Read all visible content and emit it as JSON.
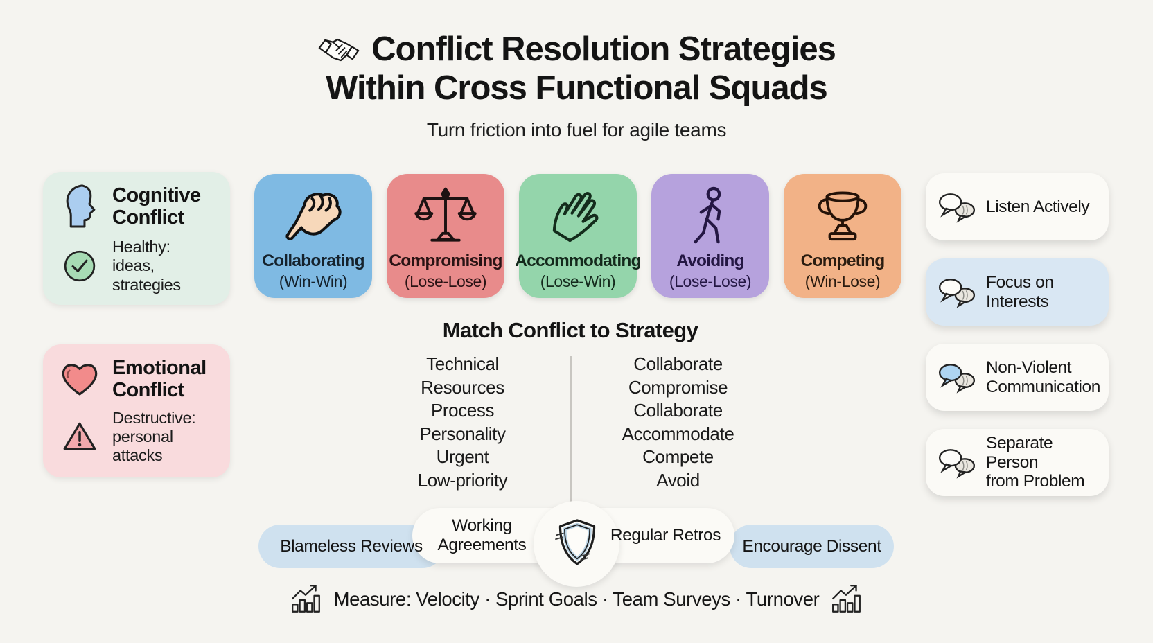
{
  "colors": {
    "background": "#f5f4f0",
    "pill_blue": "#cfe1ef",
    "pill_white": "#fbfaf6"
  },
  "header": {
    "icon": "handshake-icon",
    "title_line1": "Conflict Resolution Strategies",
    "title_line2": "Within Cross Functional Squads",
    "subtitle": "Turn friction into fuel for agile teams"
  },
  "conflict_types": [
    {
      "title_line1": "Cognitive",
      "title_line2": "Conflict",
      "desc_line1": "Healthy:",
      "desc_line2": "ideas, strategies",
      "bg": "#e2efe7",
      "icon": "head-profile-icon",
      "badge": "check-circle-icon"
    },
    {
      "title_line1": "Emotional",
      "title_line2": "Conflict",
      "desc_line1": "Destructive:",
      "desc_line2": "personal attacks",
      "bg": "#f9dbdd",
      "icon": "heart-icon",
      "badge": "warning-triangle-icon"
    }
  ],
  "strategies": [
    {
      "name": "Collaborating",
      "outcome": "(Win-Win)",
      "color": "#7fbae3",
      "text_color": "#15222c",
      "icon": "clasped-hands-icon"
    },
    {
      "name": "Compromising",
      "outcome": "(Lose-Lose)",
      "color": "#e88b8b",
      "text_color": "#291314",
      "icon": "balance-scale-icon"
    },
    {
      "name": "Accommodating",
      "outcome": "(Lose-Win)",
      "color": "#94d5ab",
      "text_color": "#14291c",
      "icon": "open-hand-icon"
    },
    {
      "name": "Avoiding",
      "outcome": "(Lose-Lose)",
      "color": "#b6a2dd",
      "text_color": "#241743",
      "icon": "walking-person-icon"
    },
    {
      "name": "Competing",
      "outcome": "(Win-Lose)",
      "color": "#f2b287",
      "text_color": "#2a1c10",
      "icon": "trophy-icon"
    }
  ],
  "match_section": {
    "title": "Match Conflict to Strategy",
    "conflicts": [
      "Technical",
      "Resources",
      "Process",
      "Personality",
      "Urgent",
      "Low-priority"
    ],
    "strategies": [
      "Collaborate",
      "Compromise",
      "Collaborate",
      "Accommodate",
      "Compete",
      "Avoid"
    ]
  },
  "communication_tips": [
    {
      "line1": "Listen Actively",
      "line2": "",
      "bg": "#fbfaf6",
      "bubble": "#fdfcf9",
      "icon": "chat-bubbles-icon"
    },
    {
      "line1": "Focus on",
      "line2": "Interests",
      "bg": "#d9e7f3",
      "bubble": "#fdfcf9",
      "icon": "chat-bubbles-icon"
    },
    {
      "line1": "Non-Violent",
      "line2": "Communication",
      "bg": "#fbfaf6",
      "bubble": "#aed4f1",
      "icon": "chat-bubbles-icon"
    },
    {
      "line1": "Separate Person",
      "line2": "from Problem",
      "bg": "#fbfaf6",
      "bubble": "#fdfcf9",
      "icon": "chat-bubbles-icon"
    }
  ],
  "practices": {
    "blameless": "Blameless Reviews",
    "working_line1": "Working",
    "working_line2": "Agreements",
    "retros": "Regular Retros",
    "dissent": "Encourage Dissent",
    "center_icon": "shield-icon"
  },
  "metrics": {
    "text": "Measure: Velocity · Sprint Goals · Team Surveys · Turnover",
    "icon": "bar-chart-up-icon"
  }
}
